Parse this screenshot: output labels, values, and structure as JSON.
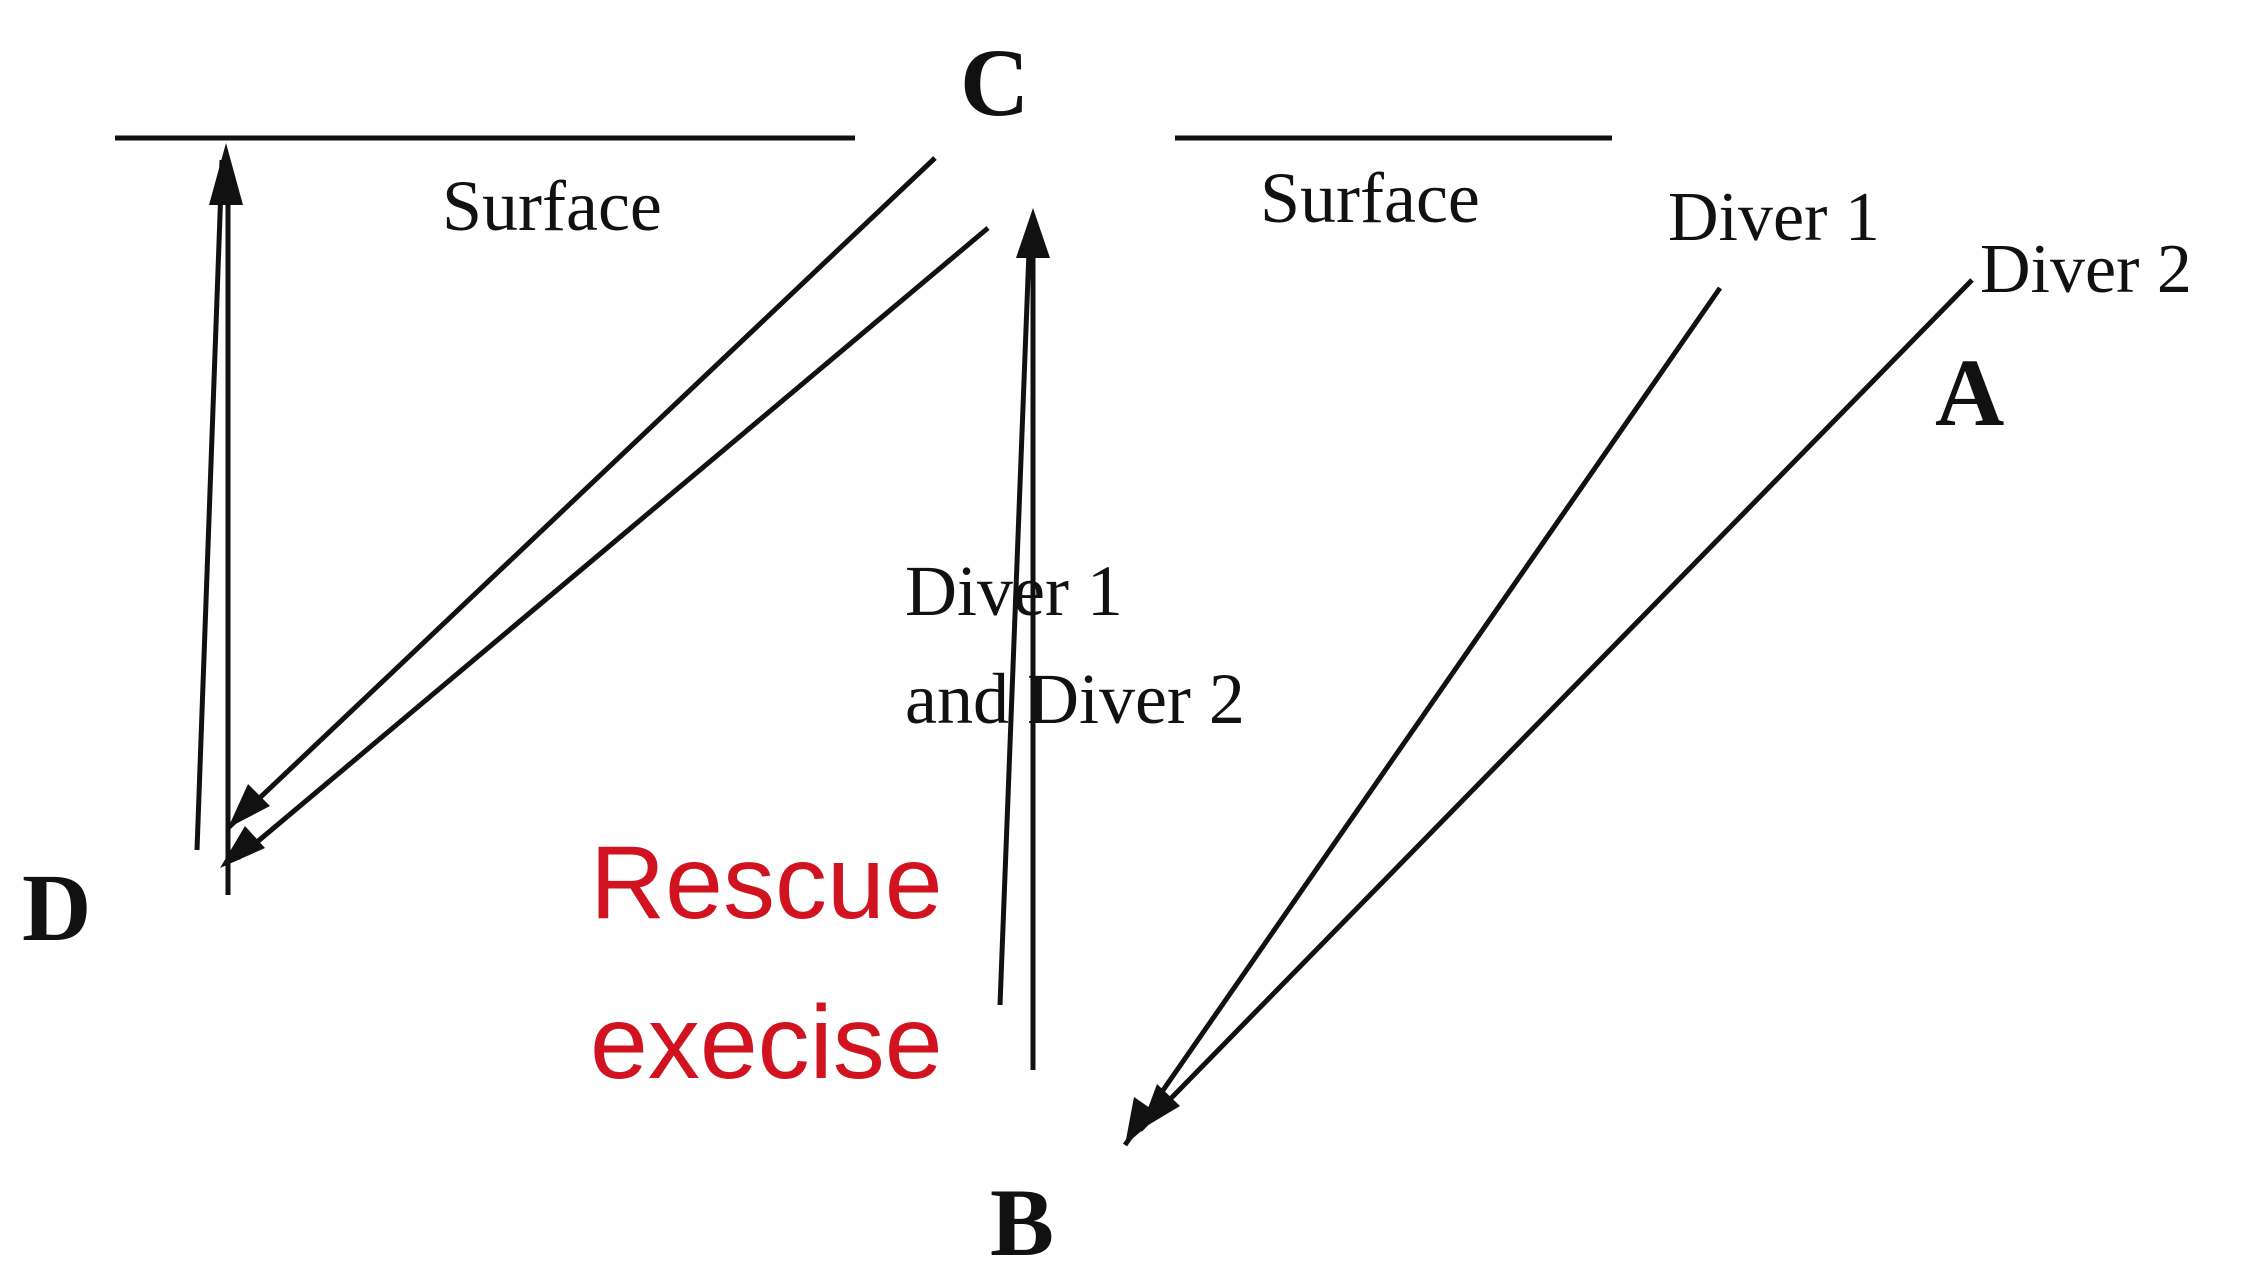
{
  "points": {
    "a": "A",
    "b": "B",
    "c": "C",
    "d": "D"
  },
  "surface_left": "Surface",
  "surface_right": "Surface",
  "diver1_top": "Diver 1",
  "diver2_top": "Diver 2",
  "ascent_line1": "Diver 1",
  "ascent_line2": "and Diver 2",
  "rescue_line1": "Rescue",
  "rescue_line2": "execise",
  "colors": {
    "ink": "#111111",
    "rescue": "#d0131f",
    "background": "#ffffff"
  }
}
